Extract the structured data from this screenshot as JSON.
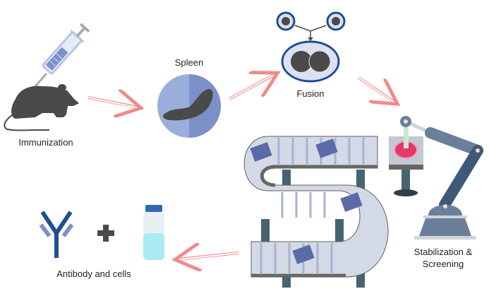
{
  "steps": {
    "immunization": "Immunization",
    "spleen": "Spleen",
    "fusion": "Fusion",
    "screening_line1": "Stabilization &",
    "screening_line2": "Screening",
    "antibody": "Antibody and cells"
  },
  "colors": {
    "arrow": "#f08a8a",
    "dark": "#4a4a4a",
    "blue_dark": "#1d4f91",
    "blue_light": "#7d8fc7",
    "spleen_left": "#9aaedb",
    "spleen_right": "#7d8fc7",
    "belt": "#d4d9e6",
    "robot": "#6b7f99",
    "dish": "#e23a68"
  }
}
